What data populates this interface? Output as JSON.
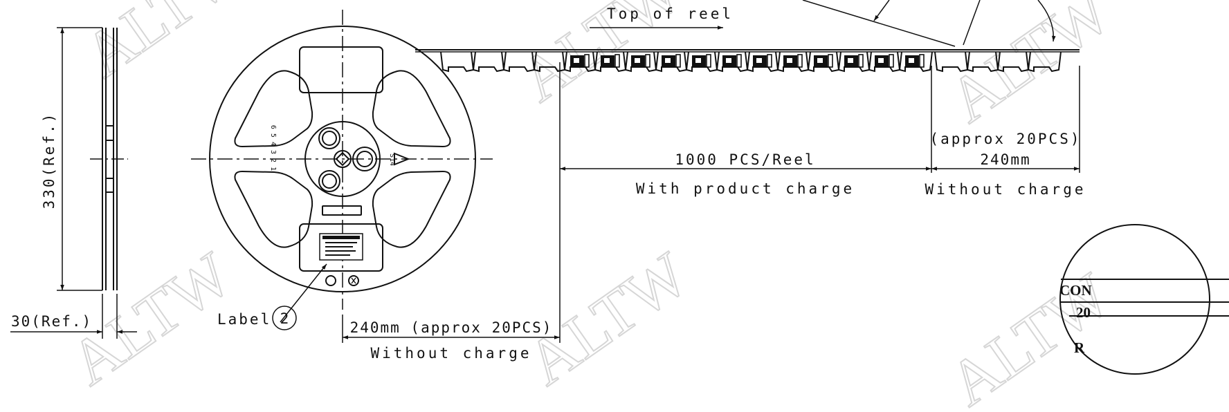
{
  "watermark": "ALTW",
  "reel_side_view": {
    "height_label": "330(Ref.)",
    "width_label": "30(Ref.)"
  },
  "reel_front_view": {
    "label_callout_text": "Label",
    "label_callout_number": "2",
    "hub_marking": "S14",
    "spoke_scale_numbers": "6 5 4 3 2 1"
  },
  "tape": {
    "direction_label": "Top of reel",
    "product_count_label": "1000 PCS/Reel",
    "product_charge_label": "With product charge",
    "trailer_count_label": "(approx 20PCS)",
    "trailer_length_label": "240mm",
    "trailer_charge_label": "Without charge",
    "leader_label": "240mm (approx 20PCS)",
    "leader_charge_label": "Without charge"
  },
  "stamp": {
    "line1": "CON",
    "line2": "20",
    "line3": "R"
  },
  "colors": {
    "line": "#111111",
    "watermark": "#d6d6d6",
    "background": "#ffffff"
  }
}
